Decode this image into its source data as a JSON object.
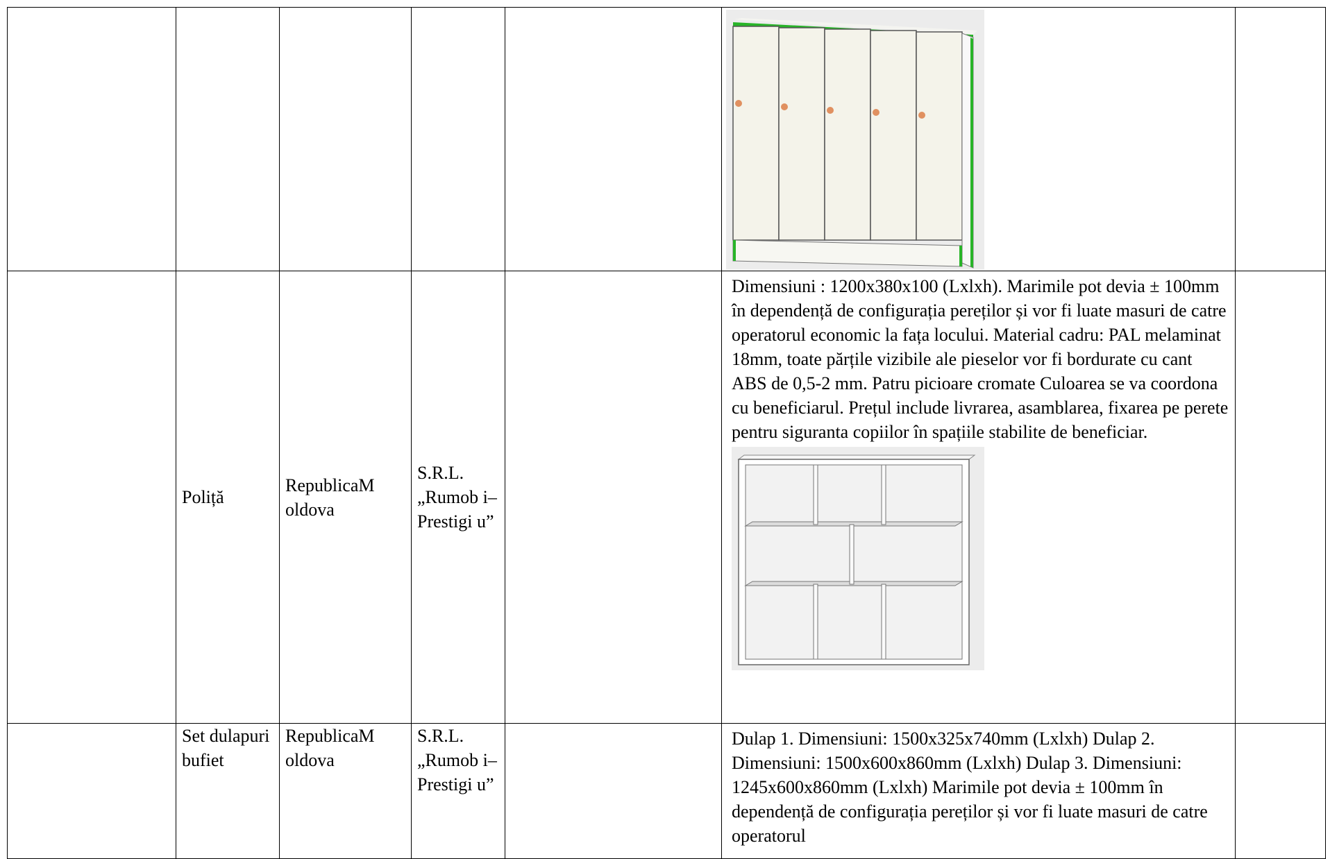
{
  "rows": [
    {
      "product": "",
      "country": "",
      "producer": "",
      "model": "",
      "description": "",
      "image": "locker-wardrobe-5-doors-image"
    },
    {
      "product": "Poliță",
      "country": "RepublicaM oldova",
      "producer": "S.R.L. „Rumob i– Prestigi u”",
      "model": "",
      "description": "Dimensiuni : 1200x380x100 (Lxlxh). Marimile pot devia ± 100mm în dependență de configurația pereților și vor fi luate masuri de catre operatorul economic la fața locului. Material cadru: PAL melaminat 18mm, toate părțile vizibile ale pieselor vor fi bordurate cu cant ABS de 0,5-2 mm. Patru picioare cromate Culoarea se va coordona cu beneficiarul. Prețul include livrarea, asamblarea, fixarea pe perete pentru siguranta copiilor în spațiile stabilite de beneficiar.",
      "image": "open-shelf-unit-image"
    },
    {
      "product": "Set dulapuri bufiet",
      "country": "RepublicaM oldova",
      "producer": "S.R.L. „Rumob i– Prestigi u”",
      "model": "",
      "description": "Dulap 1. Dimensiuni: 1500x325x740mm (Lxlxh) Dulap 2. Dimensiuni: 1500x600x860mm (Lxlxh) Dulap 3. Dimensiuni: 1245x600x860mm (Lxlxh) Marimile pot devia ± 100mm în dependență de configurația pereților și vor fi luate masuri de catre operatorul"
    }
  ]
}
